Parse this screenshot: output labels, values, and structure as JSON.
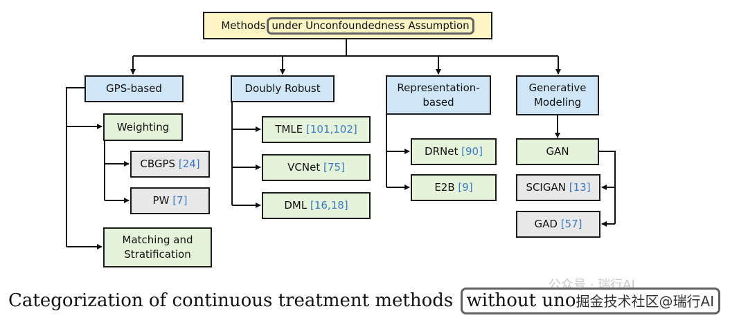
{
  "diagram": {
    "root": {
      "prefix": "Methods",
      "highlight": "under Unconfoundedness Assumption"
    },
    "categories": {
      "gps": "GPS-based",
      "doubly_robust": "Doubly Robust",
      "representation": [
        "Representation-",
        "based"
      ],
      "generative": [
        "Generative",
        "Modeling"
      ]
    },
    "gps": {
      "weighting": "Weighting",
      "cbgps": {
        "name": "CBGPS",
        "ref": "[24]"
      },
      "pw": {
        "name": "PW",
        "ref": "[7]"
      },
      "matching": [
        "Matching and",
        "Stratification"
      ]
    },
    "doubly_robust": {
      "tmle": {
        "name": "TMLE",
        "ref": "[101,102]"
      },
      "vcnet": {
        "name": "VCNet",
        "ref": "[75]"
      },
      "dml": {
        "name": "DML",
        "ref": "[16,18]"
      }
    },
    "representation": {
      "drnet": {
        "name": "DRNet",
        "ref": "[90]"
      },
      "e2b": {
        "name": "E2B",
        "ref": "[9]"
      }
    },
    "generative": {
      "gan": "GAN",
      "scigan": {
        "name": "SCIGAN",
        "ref": "[13]"
      },
      "gad": {
        "name": "GAD",
        "ref": "[57]"
      }
    }
  },
  "caption": {
    "prefix": "Categorization of continuous treatment methods",
    "highlight": "without uno",
    "watermark_overlay": "掘金技术社区@瑞行AI"
  },
  "watermark": "公众号 · 瑞行AI",
  "colors": {
    "root_fill": "#fdf5c4",
    "category_fill": "#cfe6f8",
    "method_fill": "#e4f3d9",
    "leaf_fill": "#e8e8e8",
    "reference": "#3a79c7",
    "highlight_border": "#606060"
  }
}
